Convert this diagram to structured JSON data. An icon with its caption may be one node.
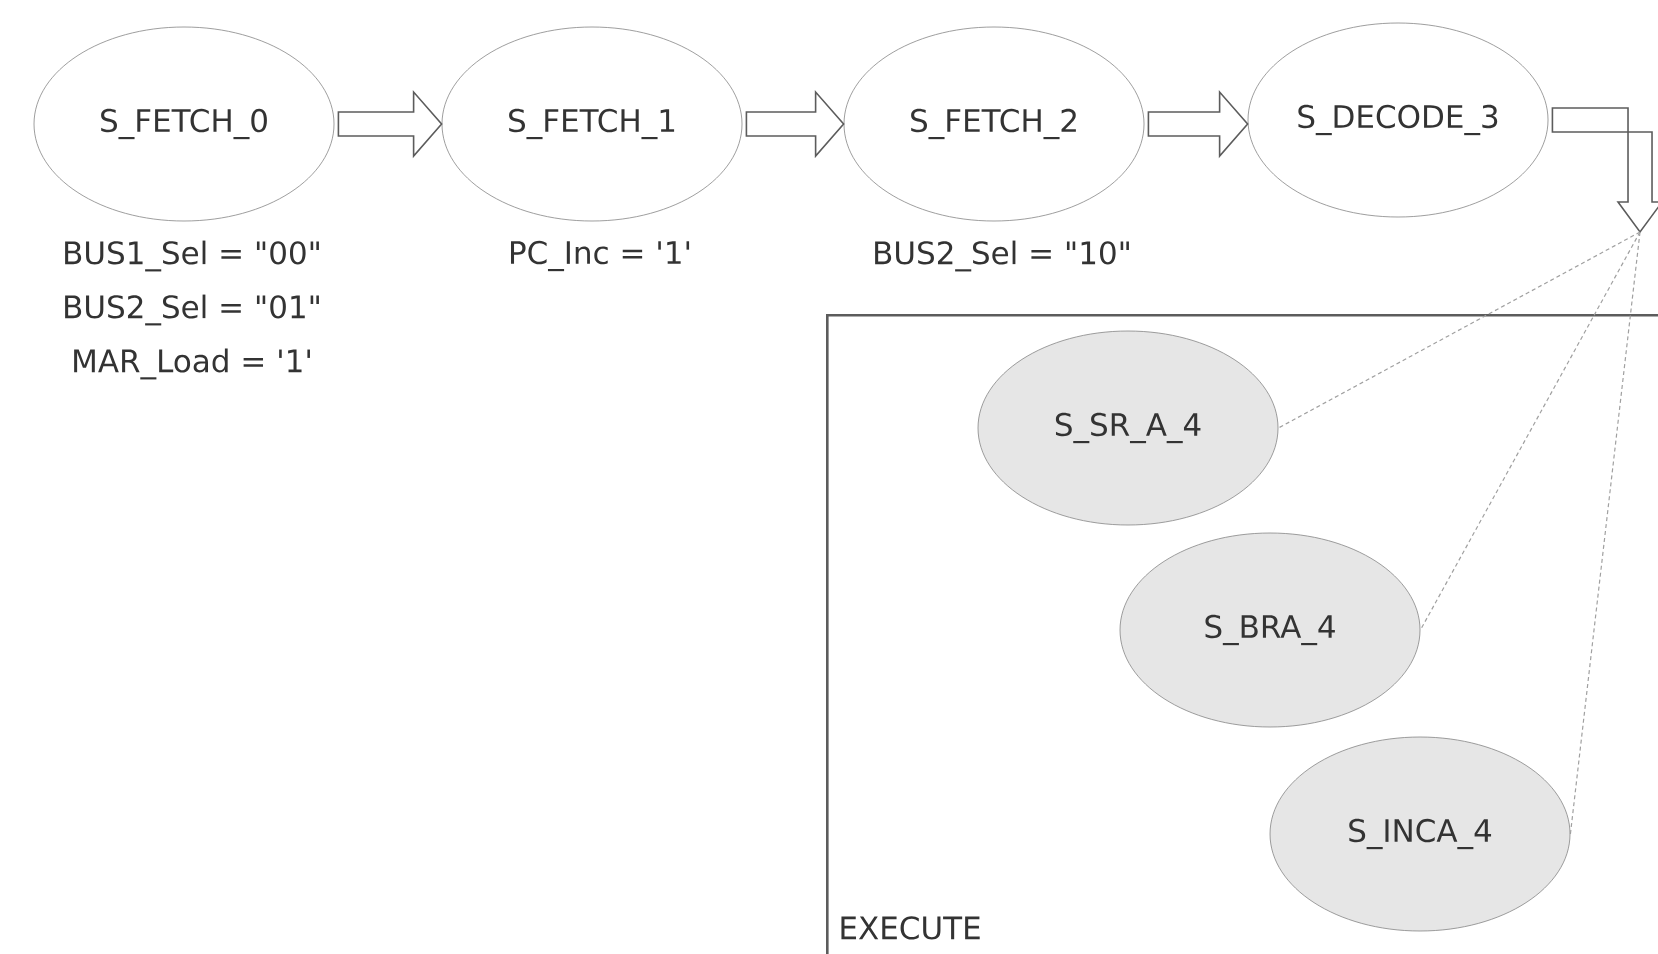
{
  "diagram": {
    "nodes": [
      {
        "text": [
          "S_FETCH_0"
        ],
        "beside": [
          "BUS1_Sel = \"00\"",
          "BUS2_Sel = \"01\"",
          "MAR_Load = '1'"
        ]
      },
      {
        "text": [
          "S_FETCH_1"
        ],
        "beside": [
          "PC_Inc = '1'"
        ]
      },
      {
        "text": [
          "S_FETCH_2"
        ],
        "beside": [
          "BUS2_Sel = \"10\""
        ]
      },
      {
        "text": [
          "S_DECODE_3"
        ]
      },
      {
        "text": [
          "EXECUTE"
        ]
      },
      {
        "text": [
          "S_SR_A_4"
        ],
        "in": 4
      },
      {
        "text": [
          "S_BRA_4"
        ],
        "in": 4
      },
      {
        "text": [
          "S_INCA_4"
        ],
        "in": 4
      }
    ],
    "edges": [
      {
        "from": 0,
        "to": 1,
        "arrow": "to"
      },
      {
        "from": 1,
        "to": 2,
        "arrow": "to"
      },
      {
        "from": 2,
        "to": 3,
        "arrow": "to"
      },
      {
        "from": 3,
        "to": null,
        "arrow": "to"
      },
      {
        "from": null,
        "to": 5,
        "arrow": "none",
        "style": "dashed",
        "color": "#a0a0a0"
      },
      {
        "from": null,
        "to": 6,
        "arrow": "none",
        "style": "dashed",
        "color": "#a0a0a0"
      },
      {
        "from": null,
        "to": 7,
        "arrow": "none",
        "style": "dashed",
        "color": "#a0a0a0"
      }
    ]
  }
}
